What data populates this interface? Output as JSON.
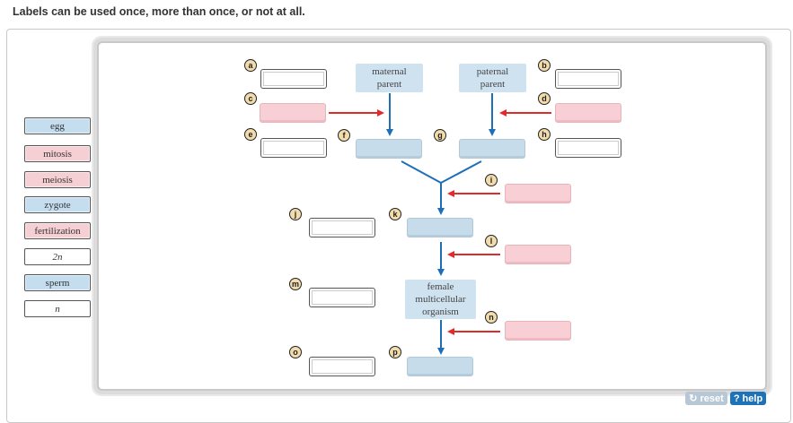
{
  "instructions": "Labels can be used once, more than once, or not at all.",
  "labels": [
    {
      "text": "egg",
      "color": "blue"
    },
    {
      "text": "mitosis",
      "color": "pink"
    },
    {
      "text": "meiosis",
      "color": "pink"
    },
    {
      "text": "zygote",
      "color": "blue"
    },
    {
      "text": "fertilization",
      "color": "pink"
    },
    {
      "text": "2n",
      "color": "white"
    },
    {
      "text": "sperm",
      "color": "blue"
    },
    {
      "text": "n",
      "color": "white"
    }
  ],
  "diagram": {
    "maternal_parent": "maternal\nparent",
    "paternal_parent": "paternal\nparent",
    "female_organism": "female\nmulticellular\norganism",
    "badges": [
      "a",
      "b",
      "c",
      "d",
      "e",
      "f",
      "g",
      "h",
      "i",
      "j",
      "k",
      "l",
      "m",
      "n",
      "o",
      "p"
    ]
  },
  "buttons": {
    "reset": "reset",
    "help": "help",
    "reset_icon": "reset-icon",
    "help_icon": "help-icon"
  },
  "colors": {
    "blue_target": "#c7dcea",
    "pink_target": "#f7cfd5",
    "arrow_blue": "#1e6fb8",
    "arrow_red": "#e02b2b",
    "help_button": "#1d72b8",
    "reset_button": "#b8c7d6"
  }
}
